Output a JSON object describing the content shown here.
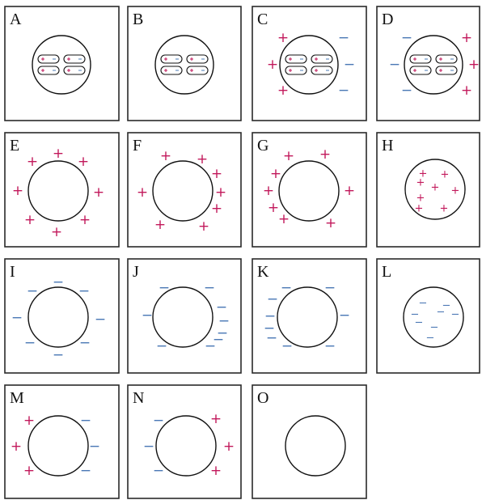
{
  "colors": {
    "positive": "#c2185b",
    "negative": "#4a78b5",
    "outline": "#111111",
    "frame": "#2a2a2a"
  },
  "symbols": {
    "positive": "+",
    "negative": "−"
  },
  "panels": [
    {
      "label": "A",
      "content": "neutral sphere with 4 dipole molecules",
      "dipoles": 4,
      "outside_positive": 0,
      "outside_negative": 0,
      "inside_positive": 0,
      "inside_negative": 0
    },
    {
      "label": "B",
      "content": "neutral sphere with 4 dipole molecules",
      "dipoles": 4,
      "outside_positive": 0,
      "outside_negative": 0,
      "inside_positive": 0,
      "inside_negative": 0
    },
    {
      "label": "C",
      "content": "sphere with 4 dipole molecules; + left, − right",
      "dipoles": 4,
      "outside_positive": 3,
      "outside_negative": 3,
      "inside_positive": 0,
      "inside_negative": 0
    },
    {
      "label": "D",
      "content": "sphere with 4 dipole molecules; − left, + right",
      "dipoles": 4,
      "outside_positive": 3,
      "outside_negative": 3,
      "inside_positive": 0,
      "inside_negative": 0
    },
    {
      "label": "E",
      "content": "positive charges uniformly on outer surface",
      "dipoles": 0,
      "outside_positive": 8,
      "outside_negative": 0,
      "inside_positive": 0,
      "inside_negative": 0
    },
    {
      "label": "F",
      "content": "positive charges on surface, more on right",
      "dipoles": 0,
      "outside_positive": 8,
      "outside_negative": 0,
      "inside_positive": 0,
      "inside_negative": 0
    },
    {
      "label": "G",
      "content": "positive charges on surface, more on left",
      "dipoles": 0,
      "outside_positive": 8,
      "outside_negative": 0,
      "inside_positive": 0,
      "inside_negative": 0
    },
    {
      "label": "H",
      "content": "positive charges distributed inside",
      "dipoles": 0,
      "outside_positive": 0,
      "outside_negative": 0,
      "inside_positive": 8,
      "inside_negative": 0
    },
    {
      "label": "I",
      "content": "negative charges uniformly on outer surface",
      "dipoles": 0,
      "outside_positive": 0,
      "outside_negative": 8,
      "inside_positive": 0,
      "inside_negative": 0
    },
    {
      "label": "J",
      "content": "negative charges on surface, more on right",
      "dipoles": 0,
      "outside_positive": 0,
      "outside_negative": 9,
      "inside_positive": 0,
      "inside_negative": 0
    },
    {
      "label": "K",
      "content": "negative charges on surface, more on left",
      "dipoles": 0,
      "outside_positive": 0,
      "outside_negative": 9,
      "inside_positive": 0,
      "inside_negative": 0
    },
    {
      "label": "L",
      "content": "negative charges distributed inside",
      "dipoles": 0,
      "outside_positive": 0,
      "outside_negative": 0,
      "inside_positive": 0,
      "inside_negative": 8
    },
    {
      "label": "M",
      "content": "positive on left surface, negative on right surface",
      "dipoles": 0,
      "outside_positive": 3,
      "outside_negative": 3,
      "inside_positive": 0,
      "inside_negative": 0
    },
    {
      "label": "N",
      "content": "negative on left surface, positive on right surface",
      "dipoles": 0,
      "outside_positive": 3,
      "outside_negative": 3,
      "inside_positive": 0,
      "inside_negative": 0
    },
    {
      "label": "O",
      "content": "neutral empty sphere",
      "dipoles": 0,
      "outside_positive": 0,
      "outside_negative": 0,
      "inside_positive": 0,
      "inside_negative": 0
    }
  ]
}
